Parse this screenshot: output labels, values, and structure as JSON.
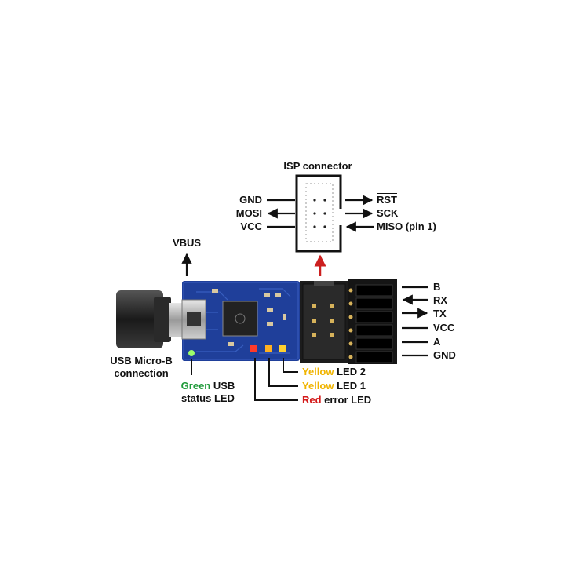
{
  "isp": {
    "title": "ISP connector",
    "left_pins": [
      "GND",
      "MOSI",
      "VCC"
    ],
    "right_pins": [
      "RST",
      "SCK",
      "MISO (pin 1)"
    ]
  },
  "vbus": "VBUS",
  "usb": {
    "line1": "USB Micro-B",
    "line2": "connection"
  },
  "serial_pins": [
    "B",
    "RX",
    "TX",
    "VCC",
    "A",
    "GND"
  ],
  "leds": {
    "yellow2": {
      "color_word": "Yellow",
      "rest": " LED 2"
    },
    "yellow1": {
      "color_word": "Yellow",
      "rest": " LED 1"
    },
    "red": {
      "color_word": "Red",
      "rest": " error LED"
    },
    "green": {
      "color_word": "Green",
      "rest": " USB",
      "line2": "status LED"
    }
  },
  "colors": {
    "board": "#1f3f9a",
    "yellow_text": "#f0b400",
    "red_text": "#d41a1a",
    "green_text": "#1f9a3a",
    "isp_arrow": "#cc1f1f",
    "line": "#111111"
  }
}
